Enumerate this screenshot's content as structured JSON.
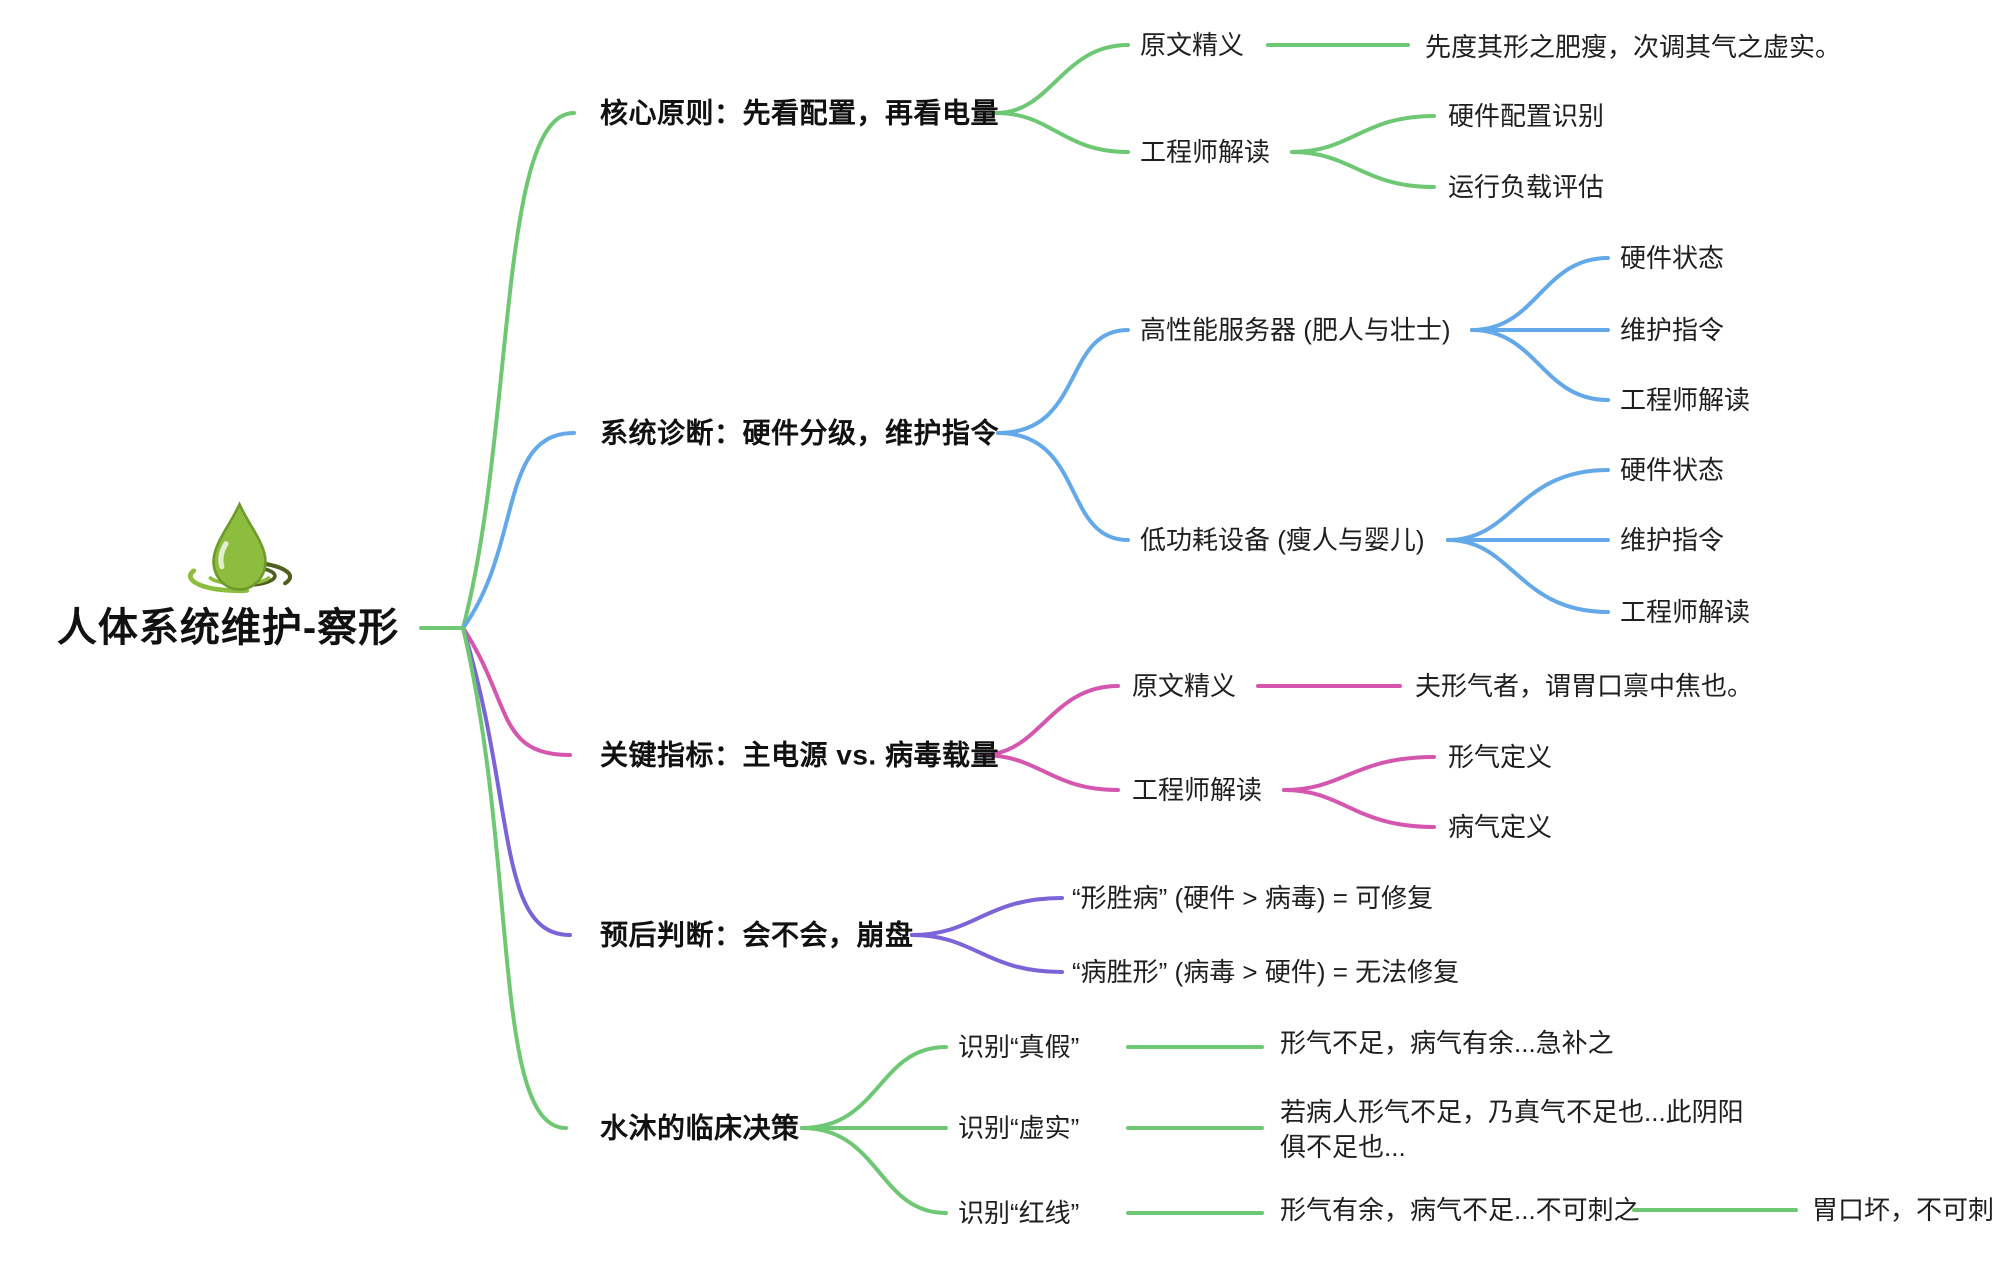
{
  "root": {
    "label": "人体系统维护-察形"
  },
  "icons": {
    "logo": "water-drop-ripple-logo"
  },
  "colors": {
    "green": "#6ec873",
    "blue": "#63a8e8",
    "pink": "#d456ae",
    "purple": "#7b63d8",
    "text": "#1f1f1f",
    "logo_green": "#8cbd3e",
    "logo_outline": "#6d9a2b",
    "logo_dark": "#4f5f1f"
  },
  "branches": [
    {
      "label": "核心原则：先看配置，再看电量",
      "color": "green",
      "children": [
        {
          "label": "原文精义",
          "children": [
            {
              "label": "先度其形之肥瘦，次调其气之虚实。"
            }
          ]
        },
        {
          "label": "工程师解读",
          "children": [
            {
              "label": "硬件配置识别"
            },
            {
              "label": "运行负载评估"
            }
          ]
        }
      ]
    },
    {
      "label": "系统诊断：硬件分级，维护指令",
      "color": "blue",
      "children": [
        {
          "label": "高性能服务器 (肥人与壮士)",
          "children": [
            {
              "label": "硬件状态"
            },
            {
              "label": "维护指令"
            },
            {
              "label": "工程师解读"
            }
          ]
        },
        {
          "label": "低功耗设备 (瘦人与婴儿)",
          "children": [
            {
              "label": "硬件状态"
            },
            {
              "label": "维护指令"
            },
            {
              "label": "工程师解读"
            }
          ]
        }
      ]
    },
    {
      "label": "关键指标：主电源 vs. 病毒载量",
      "color": "pink",
      "children": [
        {
          "label": "原文精义",
          "children": [
            {
              "label": "夫形气者，谓胃口禀中焦也。"
            }
          ]
        },
        {
          "label": "工程师解读",
          "children": [
            {
              "label": "形气定义"
            },
            {
              "label": "病气定义"
            }
          ]
        }
      ]
    },
    {
      "label": "预后判断：会不会，崩盘",
      "color": "purple",
      "children": [
        {
          "label": "“形胜病” (硬件 > 病毒) = 可修复"
        },
        {
          "label": "“病胜形” (病毒 > 硬件) = 无法修复"
        }
      ]
    },
    {
      "label": "水沐的临床决策",
      "color": "green",
      "children": [
        {
          "label": "识别“真假”",
          "children": [
            {
              "label": "形气不足，病气有余...急补之"
            }
          ]
        },
        {
          "label": "识别“虚实”",
          "children": [
            {
              "label": "若病人形气不足，乃真气不足也...此阴阳俱不足也..."
            }
          ]
        },
        {
          "label": "识别“红线”",
          "children": [
            {
              "label": "形气有余，病气不足...不可刺之",
              "children": [
                {
                  "label": "胃口坏，不可刺"
                }
              ]
            }
          ]
        }
      ]
    }
  ]
}
